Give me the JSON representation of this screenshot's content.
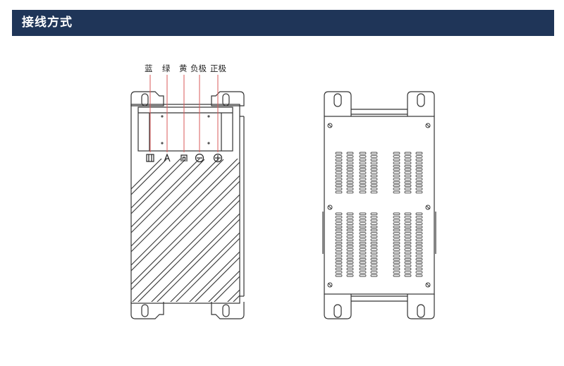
{
  "header": {
    "title": "接线方式",
    "background": "#1f3558",
    "text_color": "#ffffff"
  },
  "wires": [
    {
      "label": "蓝"
    },
    {
      "label": "绿"
    },
    {
      "label": "黄"
    },
    {
      "label": "负极"
    },
    {
      "label": "正极"
    }
  ],
  "colors": {
    "line": "#333333",
    "leader": "#d85a5a"
  }
}
